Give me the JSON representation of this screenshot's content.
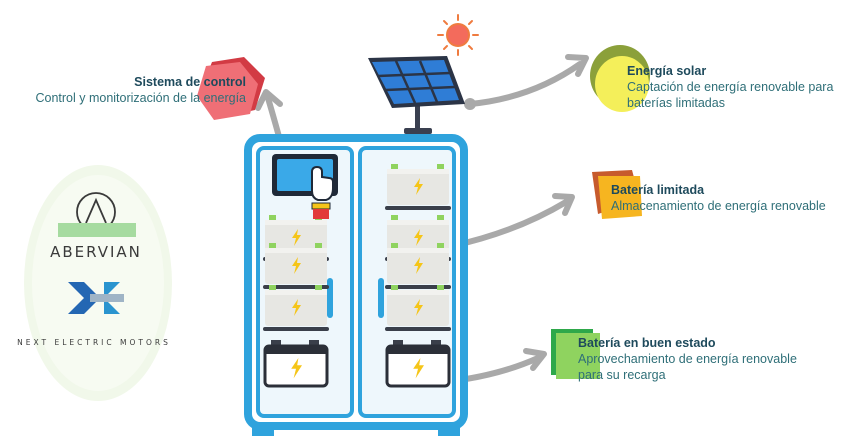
{
  "callouts": {
    "control": {
      "title": "Sistema de control",
      "desc": "Control y monitorización de la energía"
    },
    "solar": {
      "title": "Energía solar",
      "desc1": "Captación de energía renovable para",
      "desc2": "baterías limitadas"
    },
    "limited": {
      "title": "Batería limitada",
      "desc": "Almacenamiento de energía renovable"
    },
    "good": {
      "title": "Batería en buen estado",
      "desc1": "Aprovechamiento de energía renovable",
      "desc2": "para su recarga"
    }
  },
  "logos": {
    "abervian": "ABERVIAN",
    "nem": "NEXT ELECTRIC MOTORS"
  },
  "colors": {
    "cabinet": "#2fa3dd",
    "arrow": "#a9a9a9",
    "control": "#e8636b",
    "solar": "#f4ef5a",
    "limited": "#f6b520",
    "good": "#7cc55a",
    "sun": "#f36b5c",
    "bolt": "#f5c518"
  }
}
